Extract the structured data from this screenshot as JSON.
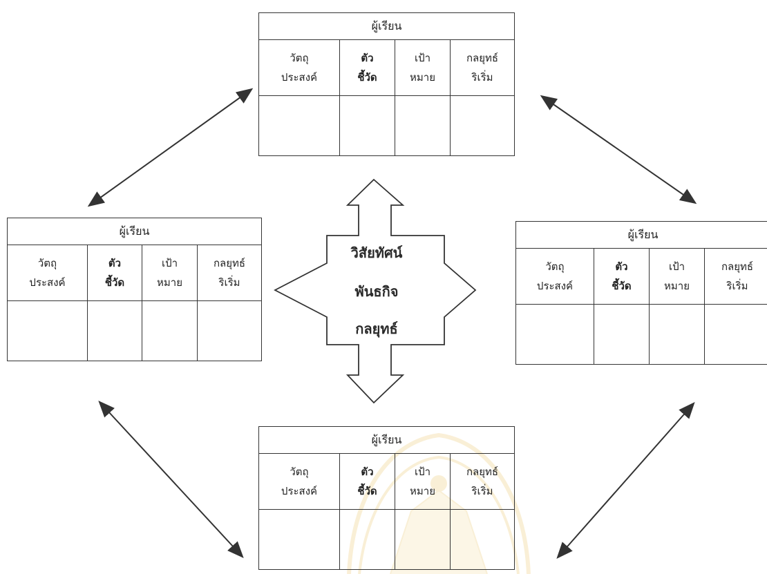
{
  "center": {
    "lines": [
      "วิสัยทัศน์",
      "พันธกิจ",
      "กลยุทธ์"
    ]
  },
  "tables": {
    "top": {
      "title": "ผู้เรียน",
      "headers": [
        [
          "วัตถุ",
          "ประสงค์"
        ],
        [
          "ตัว",
          "ชี้วัด"
        ],
        [
          "เป้า",
          "หมาย"
        ],
        [
          "กลยุทธ์",
          "ริเริ่ม"
        ]
      ]
    },
    "left": {
      "title": "ผู้เรียน",
      "headers": [
        [
          "วัตถุ",
          "ประสงค์"
        ],
        [
          "ตัว",
          "ชี้วัด"
        ],
        [
          "เป้า",
          "หมาย"
        ],
        [
          "กลยุทธ์",
          "ริเริ่ม"
        ]
      ]
    },
    "right": {
      "title": "ผู้เรียน",
      "headers": [
        [
          "วัตถุ",
          "ประสงค์"
        ],
        [
          "ตัว",
          "ชี้วัด"
        ],
        [
          "เป้า",
          "หมาย"
        ],
        [
          "กลยุทธ์",
          "ริเริ่ม"
        ]
      ]
    },
    "bottom": {
      "title": "ผู้เรียน",
      "headers": [
        [
          "วัตถุ",
          "ประสงค์"
        ],
        [
          "ตัว",
          "ชี้วัด"
        ],
        [
          "เป้า",
          "หมาย"
        ],
        [
          "กลยุทธ์",
          "ริเริ่ม"
        ]
      ]
    }
  },
  "colors": {
    "line": "#333333",
    "watermark": "#e9c86a"
  }
}
